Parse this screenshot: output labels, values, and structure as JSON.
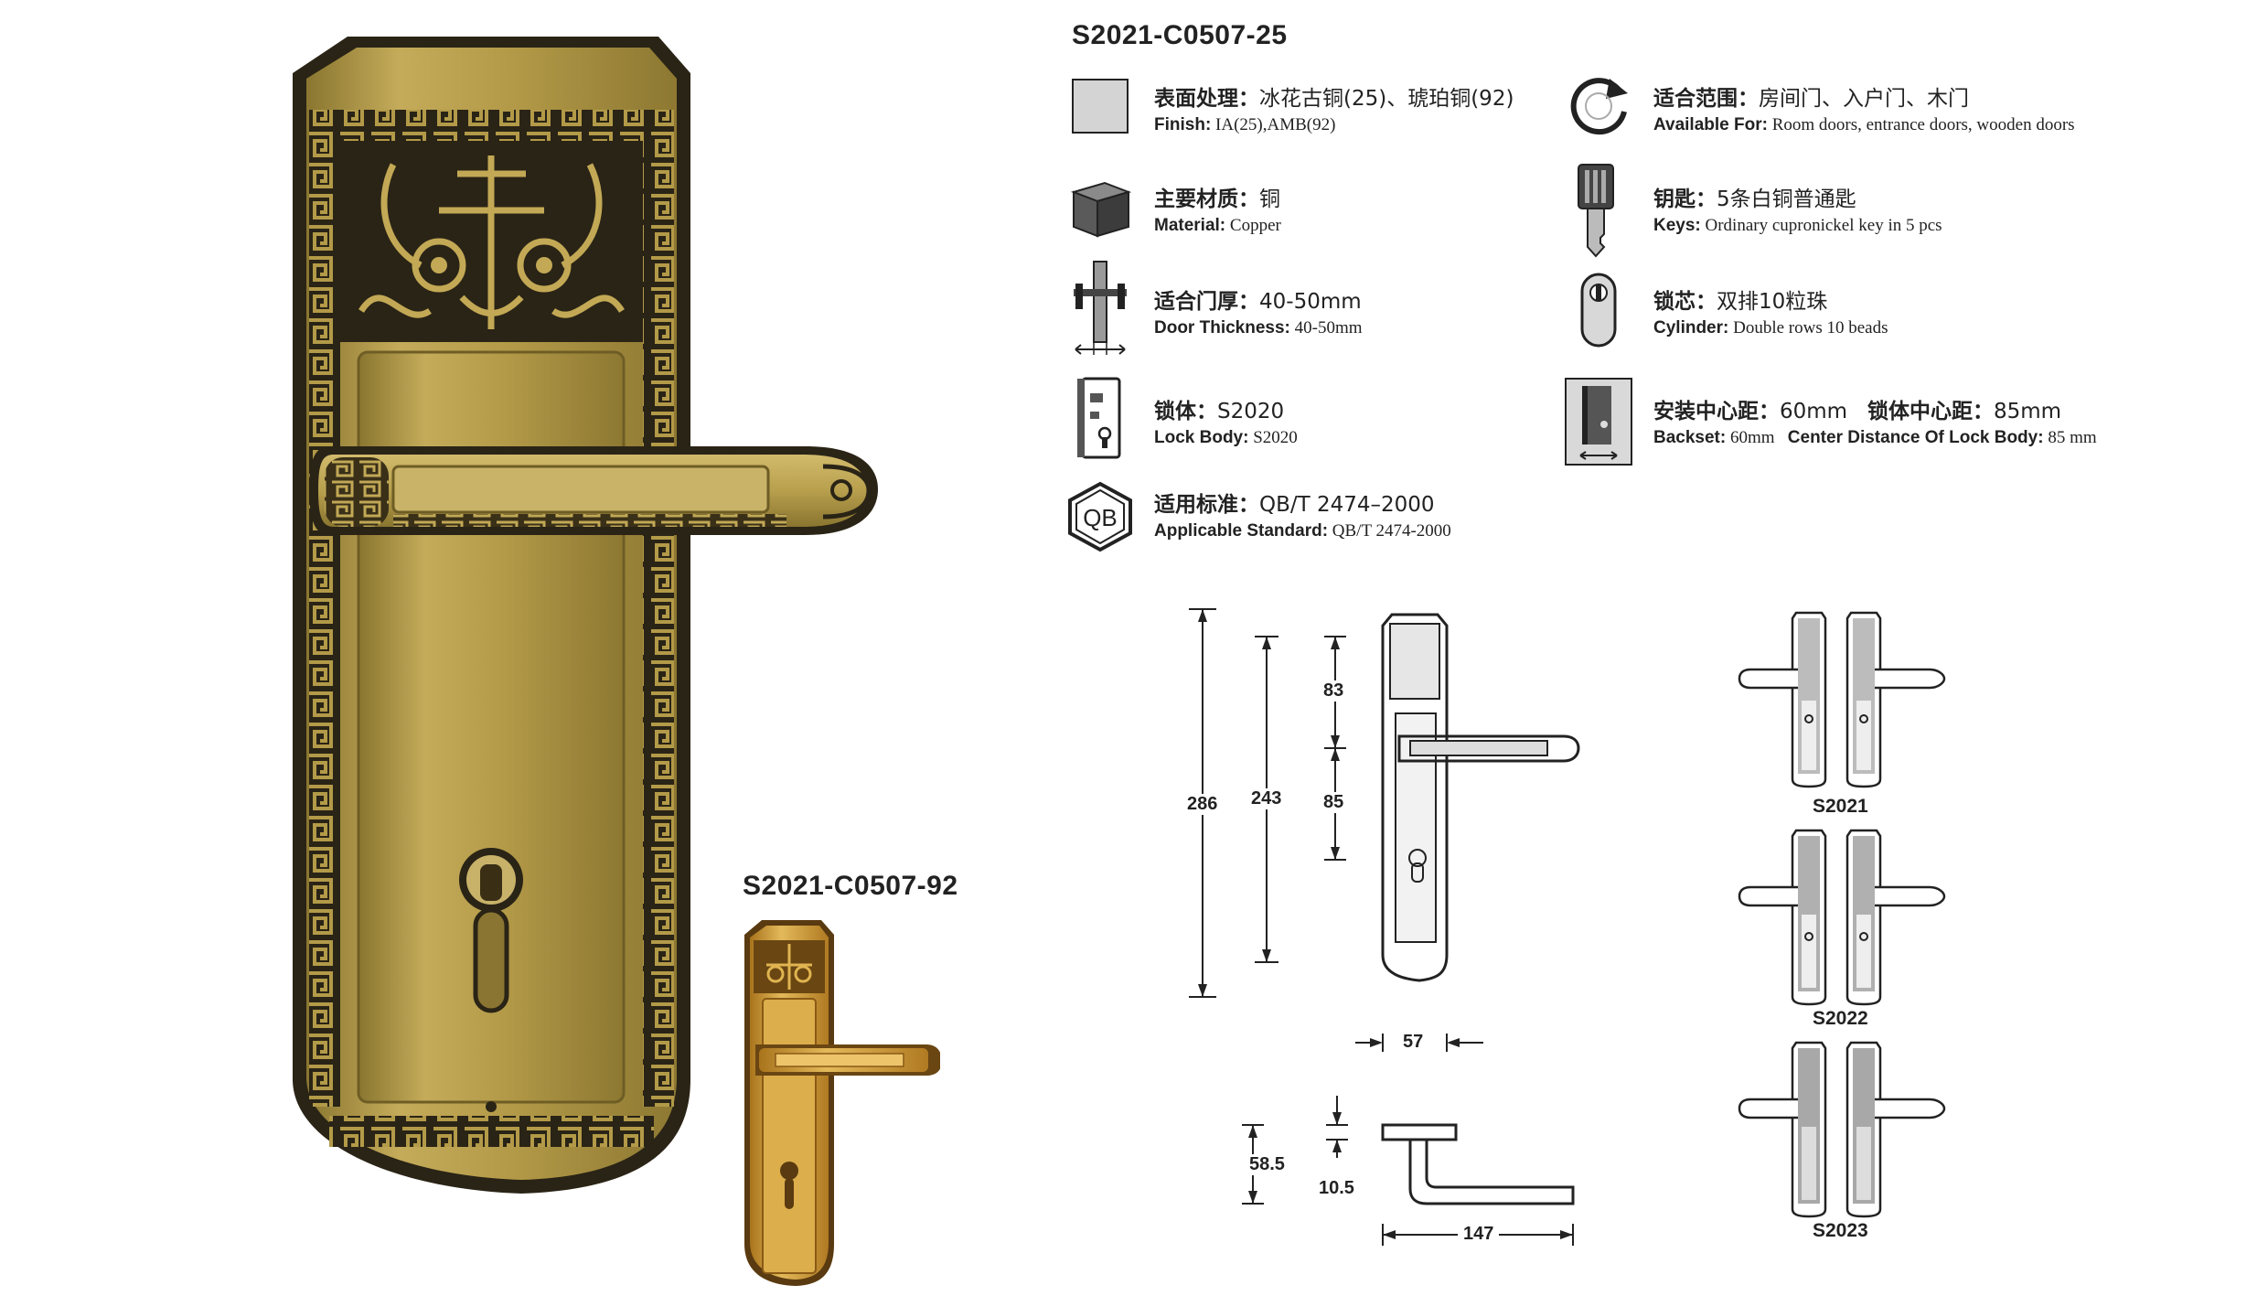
{
  "products": {
    "main_code": "S2021-C0507-25",
    "alt_code": "S2021-C0507-92"
  },
  "specs": {
    "finish": {
      "label_zh": "表面处理：",
      "value_zh": "冰花古铜(25)、琥珀铜(92)",
      "label_en": "Finish:",
      "value_en": "IA(25),AMB(92)",
      "icon": "finish-swatch-icon"
    },
    "material": {
      "label_zh": "主要材质：",
      "value_zh": "铜",
      "label_en": "Material:",
      "value_en": "Copper",
      "icon": "material-cube-icon"
    },
    "door_thickness": {
      "label_zh": "适合门厚：",
      "value_zh": "40-50mm",
      "label_en": "Door Thickness:",
      "value_en": "40-50mm",
      "icon": "door-thickness-icon"
    },
    "lock_body": {
      "label_zh": "锁体：",
      "value_zh": "S2020",
      "label_en": "Lock Body:",
      "value_en": "S2020",
      "icon": "lock-body-icon"
    },
    "standard": {
      "label_zh": "适用标准：",
      "value_zh": "QB/T 2474–2000",
      "label_en": "Applicable Standard:",
      "value_en": "QB/T 2474-2000",
      "icon": "qb-standard-icon",
      "badge_text": "QB"
    },
    "scope": {
      "label_zh": "适合范围：",
      "value_zh": "房间门、入户门、木门",
      "label_en": "Available For:",
      "value_en": "Room doors, entrance doors, wooden doors",
      "icon": "cycle-arrow-icon"
    },
    "keys": {
      "label_zh": "钥匙：",
      "value_zh": "5条白铜普通匙",
      "label_en": "Keys:",
      "value_en": "Ordinary cupronickel key in 5 pcs",
      "icon": "key-icon"
    },
    "cylinder": {
      "label_zh": "锁芯：",
      "value_zh": "双排10粒珠",
      "label_en": "Cylinder:",
      "value_en": "Double rows 10 beads",
      "icon": "cylinder-icon"
    },
    "backset": {
      "label_zh": "安装中心距：",
      "value_zh": "60mm",
      "label2_zh": "锁体中心距：",
      "value2_zh": "85mm",
      "label_en": "Backset:",
      "value_en": "60mm",
      "label2_en": "Center Distance Of Lock Body:",
      "value2_en": "85 mm",
      "icon": "backset-icon"
    }
  },
  "dimensions": {
    "total_height": "286",
    "plate_height": "243",
    "top_section": "83",
    "handle_to_keyhole": "85",
    "plate_width": "57",
    "handle_projection": "58.5",
    "handle_thickness": "10.5",
    "handle_length": "147"
  },
  "variants": [
    "S2021",
    "S2022",
    "S2023"
  ],
  "colors": {
    "antique_bronze": "#b39a48",
    "amber_gold": "#c9922c",
    "dark_ornament": "#2a2416",
    "line_art": "#333333"
  }
}
